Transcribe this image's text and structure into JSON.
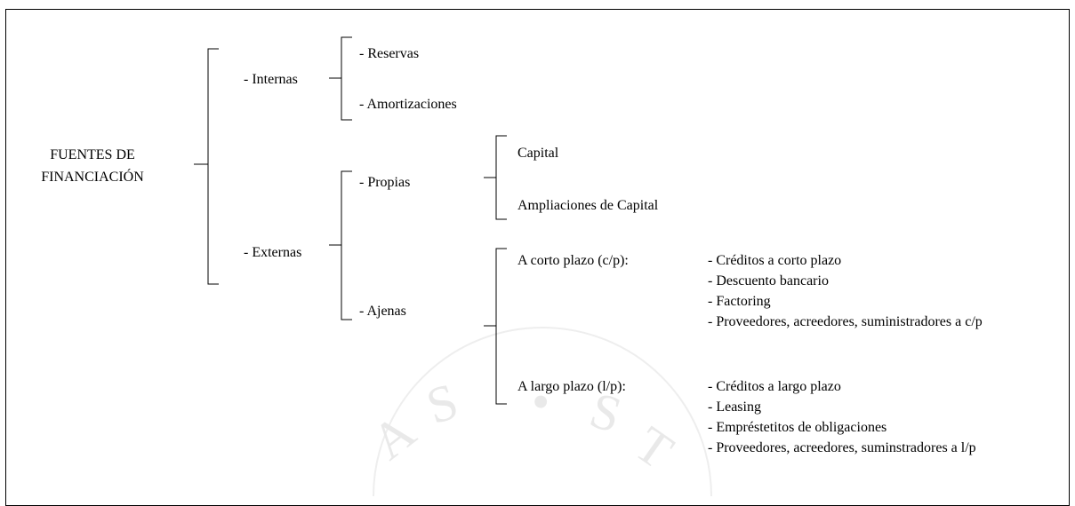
{
  "root": {
    "line1": "FUENTES DE",
    "line2": "FINANCIACIÓN"
  },
  "internas": {
    "label": "- Internas",
    "items": [
      "- Reservas",
      "- Amortizaciones"
    ]
  },
  "externas": {
    "label": "- Externas",
    "propias": {
      "label": "- Propias",
      "items": [
        "Capital",
        "Ampliaciones de Capital"
      ]
    },
    "ajenas": {
      "label": "- Ajenas",
      "corto": {
        "label": "A corto plazo (c/p):",
        "items": [
          "- Créditos a corto plazo",
          "- Descuento bancario",
          "- Factoring",
          "- Proveedores, acreedores, suministradores a c/p"
        ]
      },
      "largo": {
        "label": "A largo plazo (l/p):",
        "items": [
          "- Créditos a largo plazo",
          "- Leasing",
          "- Empréstetitos de obligaciones",
          "- Proveedores, acreedores, suminstradores a l/p"
        ]
      }
    }
  },
  "watermark_letters": [
    "A",
    "S",
    "•",
    "S",
    "T"
  ]
}
